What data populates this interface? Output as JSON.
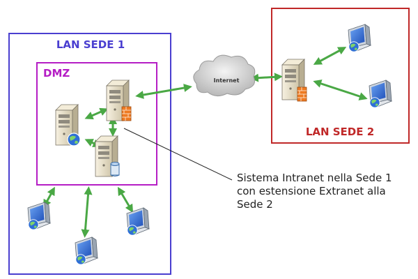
{
  "zones": {
    "lan1": {
      "label": "LAN SEDE 1",
      "color": "#4a3fd0"
    },
    "dmz": {
      "label": "DMZ",
      "color": "#b51dc5"
    },
    "lan2": {
      "label": "LAN SEDE 2",
      "color": "#c02828"
    }
  },
  "cloud": {
    "label": "Internet"
  },
  "annotation": {
    "lines": [
      "Sistema Intranet nella Sede 1",
      "con estensione Extranet alla",
      "Sede 2"
    ]
  },
  "colors": {
    "arrow": "#4aa845",
    "server": "#ece4cf",
    "monitor": "#2f68d8"
  },
  "icons": {
    "server": "server-icon",
    "firewall": "firewall-server-icon",
    "database": "database-server-icon",
    "workstation": "workstation-icon",
    "cloud": "cloud-icon"
  }
}
